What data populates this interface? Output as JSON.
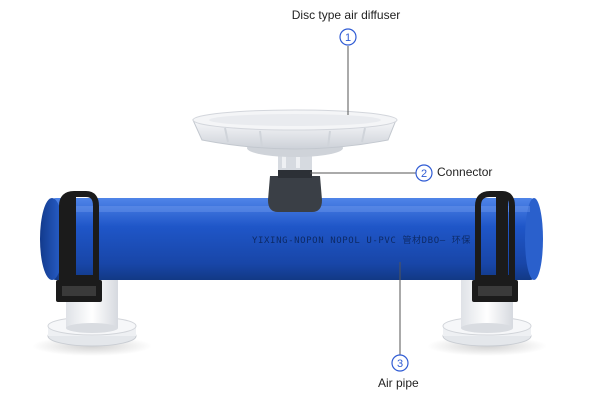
{
  "callouts": [
    {
      "number": "1",
      "label": "Disc type air diffuser"
    },
    {
      "number": "2",
      "label": "Connector"
    },
    {
      "number": "3",
      "label": "Air pipe"
    }
  ],
  "pipe_print": "YIXING-NOPON NOPOL U-PVC 管材DBO— 环保",
  "colors": {
    "pipe": "#1f56c8",
    "badge": "#2f5bd4",
    "diffuser": "#e7e9ee",
    "connector": "#3a3f46",
    "clamp": "#1b1b1b",
    "support": "#eef0f3"
  }
}
